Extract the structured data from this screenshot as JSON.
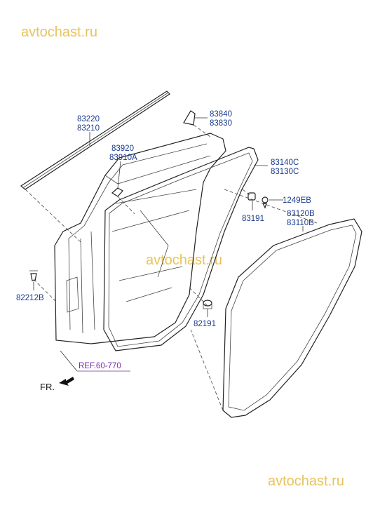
{
  "watermarks": [
    "avtochast.ru",
    "avtochast.ru",
    "avtochast.ru"
  ],
  "callouts": {
    "seal_upper_1": "83220",
    "seal_upper_2": "83210",
    "trim_1": "83920",
    "trim_2": "83910A",
    "clip_top_1": "83840",
    "clip_top_2": "83830",
    "weatherstrip_door_1": "83140C",
    "weatherstrip_door_2": "83130C",
    "bolt": "1249EB",
    "plug": "83191",
    "weatherstrip_body_1": "83120B",
    "weatherstrip_body_2": "83110B",
    "fastener": "82212B",
    "grommet": "82191"
  },
  "reference": "REF.60-770",
  "direction_label": "FR.",
  "colors": {
    "callout_text": "#1a3a8c",
    "watermark": "#e8c35a",
    "reference": "#7a2ea8",
    "line": "#222222"
  }
}
